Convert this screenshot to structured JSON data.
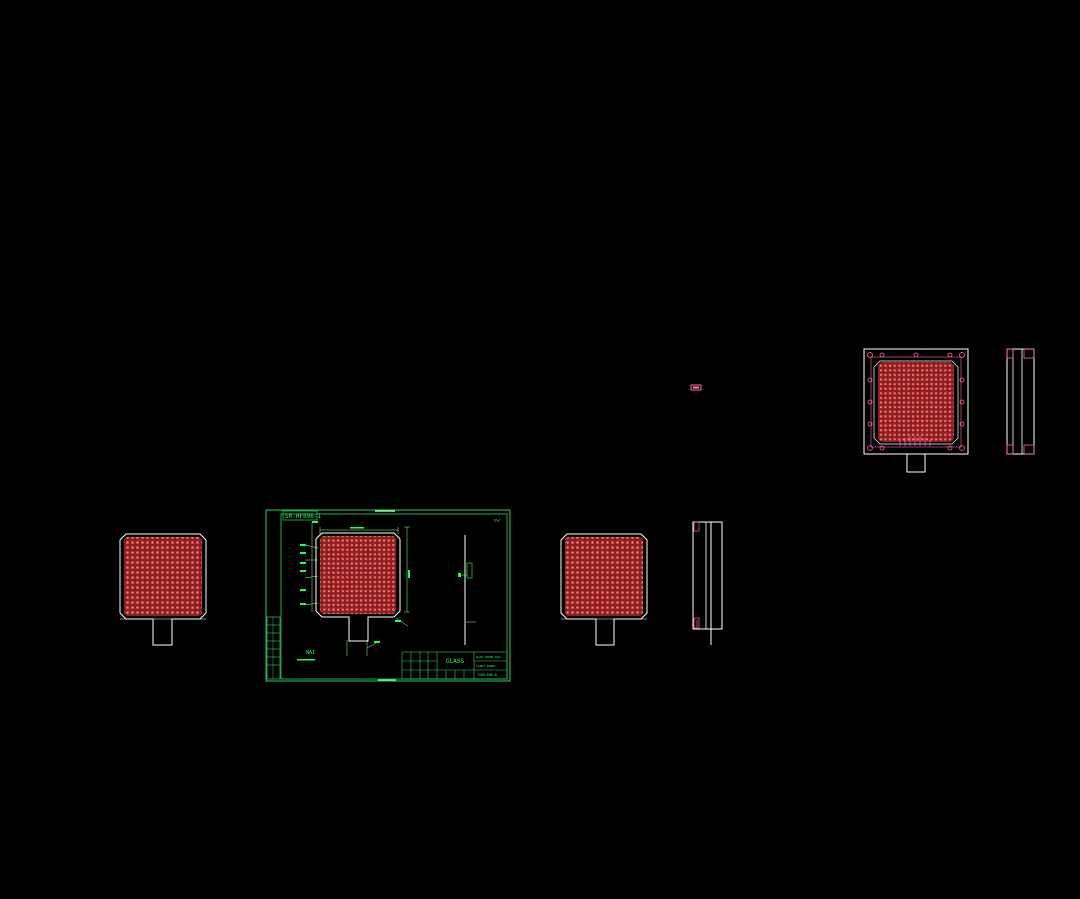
{
  "colors": {
    "background": "#000000",
    "outline": "#ffffff",
    "hole_fill": "#b03030",
    "hole_dot": "#ff6666",
    "frame": "#33cc66",
    "annotation": "#22ff55",
    "mount_hole": "#ff66aa",
    "dimension": "#99ff99"
  },
  "drawing_sheet": {
    "header_label": "SR-HF896-1",
    "center_note": "GLASS",
    "left_note": "NAI",
    "title_block": {
      "name_line_1": "GLASS BOARD ASSY",
      "name_line_2": "LIGHT PANEL",
      "part_number": "TOOLING-6"
    }
  },
  "views": {
    "panel_a": "front-panel-view-left",
    "panel_b": "front-panel-view-right",
    "panel_c": "rear-panel-view-top",
    "side_a": "side-section-view",
    "side_b": "side-section-view-top"
  }
}
